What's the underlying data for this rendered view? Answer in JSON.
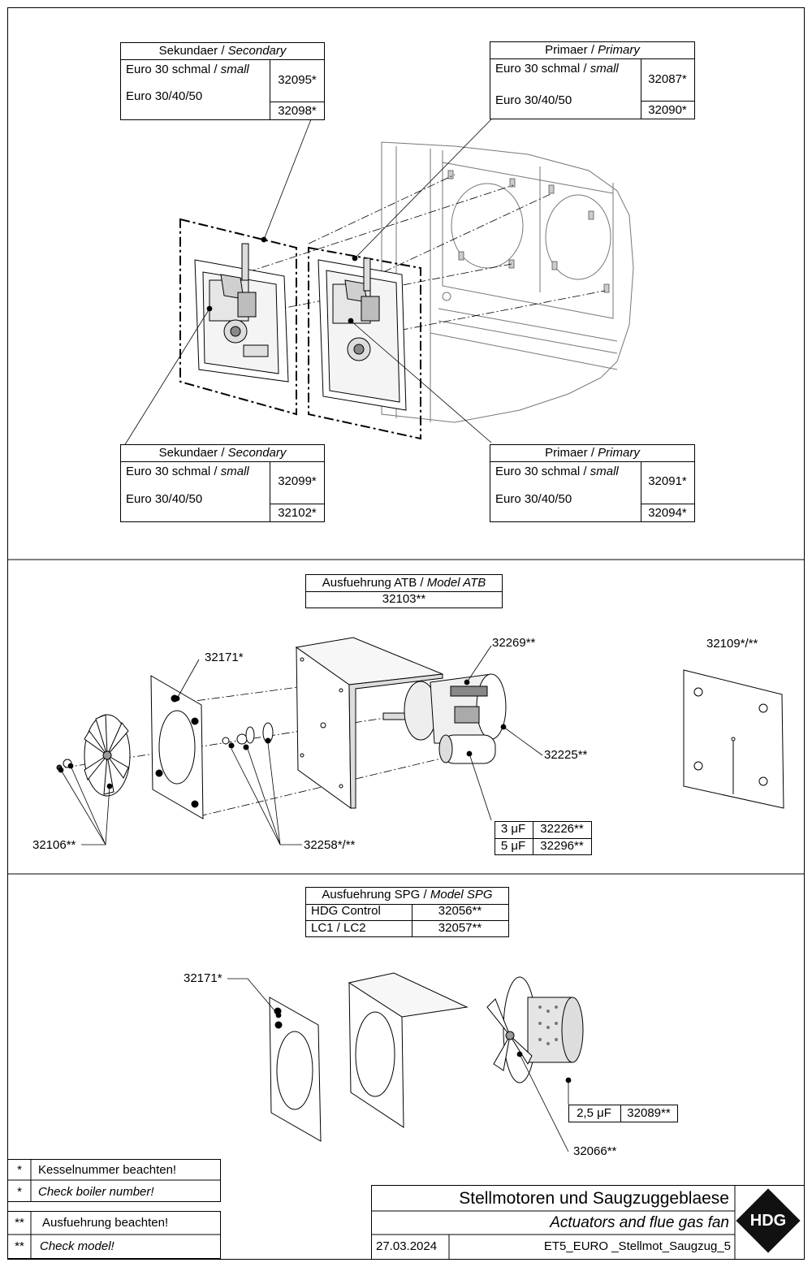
{
  "top": {
    "sec_top": {
      "title_de": "Sekundaer",
      "title_en": "Secondary",
      "row1_de": "Euro 30 schmal",
      "row1_en": "small",
      "row2": "Euro 30/40/50",
      "num1": "32095*",
      "num2": "32098*"
    },
    "pri_top": {
      "title_de": "Primaer",
      "title_en": "Primary",
      "row1_de": "Euro 30 schmal",
      "row1_en": "small",
      "row2": "Euro 30/40/50",
      "num1": "32087*",
      "num2": "32090*"
    },
    "sec_bottom": {
      "title_de": "Sekundaer",
      "title_en": "Secondary",
      "row1_de": "Euro 30 schmal",
      "row1_en": "small",
      "row2": "Euro 30/40/50",
      "num1": "32099*",
      "num2": "32102*"
    },
    "pri_bottom": {
      "title_de": "Primaer",
      "title_en": "Primary",
      "row1_de": "Euro 30 schmal",
      "row1_en": "small",
      "row2": "Euro 30/40/50",
      "num1": "32091*",
      "num2": "32094*"
    },
    "separator": "/"
  },
  "atb": {
    "title_de": "Ausfuehrung ATB",
    "title_en": "Model ATB",
    "number": "32103**",
    "callouts": {
      "gasket": "32171*",
      "motor": "32269**",
      "cover_plate": "32109*/**",
      "motor_body": "32225**",
      "impeller": "32106**",
      "screws": "32258*/**"
    },
    "capacitors": [
      {
        "value": "3 μF",
        "number": "32226**"
      },
      {
        "value": "5 μF",
        "number": "32296**"
      }
    ]
  },
  "spg": {
    "title_de": "Ausfuehrung SPG",
    "title_en": "Model SPG",
    "rows": [
      {
        "label": "HDG Control",
        "number": "32056**"
      },
      {
        "label": "LC1 / LC2",
        "number": "32057**"
      }
    ],
    "callouts": {
      "gasket": "32171*",
      "fan": "32066**"
    },
    "capacitor": {
      "value": "2,5 μF",
      "number": "32089**"
    }
  },
  "legend": [
    {
      "mark": "*",
      "text": "Kesselnummer beachten!"
    },
    {
      "mark": "*",
      "text": "Check boiler number!"
    },
    {
      "mark": "**",
      "text": "Ausfuehrung beachten!"
    },
    {
      "mark": "**",
      "text": "Check model!"
    }
  ],
  "title_block": {
    "title_de": "Stellmotoren und Saugzuggeblaese",
    "title_en": "Actuators and flue gas fan",
    "date": "27.03.2024",
    "drawing_id": "ET5_EURO _Stellmot_Saugzug_5",
    "logo_text": "HDG"
  }
}
